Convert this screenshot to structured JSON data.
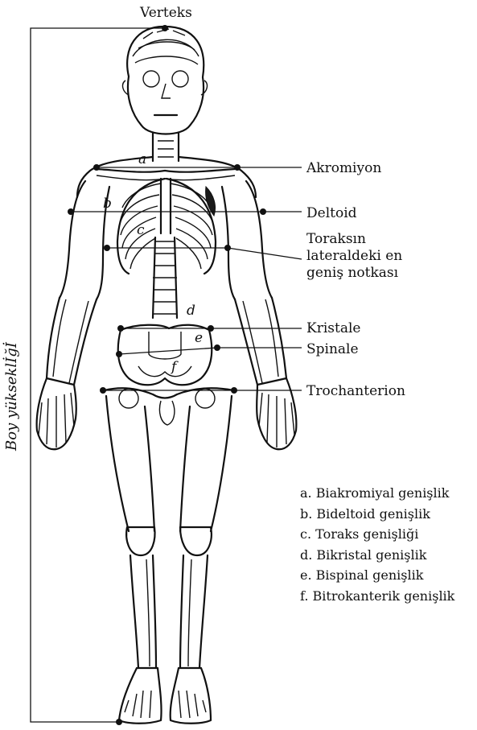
{
  "labels": {
    "vertex": "Verteks",
    "acromion": "Akromiyon",
    "deltoid": "Deltoid",
    "thorax_line1": "Toraksın",
    "thorax_line2": "lateraldeki en",
    "thorax_line3": "geniş notkası",
    "cristale": "Kristale",
    "spinale": "Spinale",
    "trochanterion": "Trochanterion",
    "height": "Boy yükseklİğİ"
  },
  "letters": [
    "a",
    "b",
    "c",
    "d",
    "e",
    "f"
  ],
  "legend": [
    "a. Biakromiyal genişlik",
    "b. Bideltoid genişlik",
    "c. Toraks genişliği",
    "d. Bikristal genişlik",
    "e. Bispinal genişlik",
    "f.  Bitrokanterik genişlik"
  ]
}
